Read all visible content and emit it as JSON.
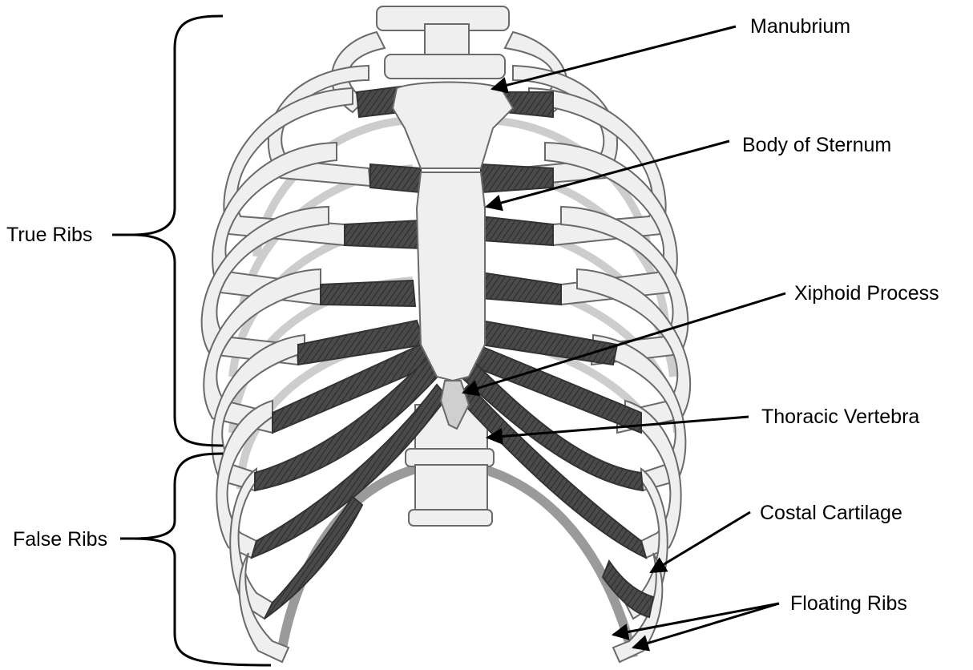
{
  "labels": {
    "manubrium": "Manubrium",
    "body_of_sternum": "Body of Sternum",
    "xiphoid_process": "Xiphoid Process",
    "thoracic_vertebra": "Thoracic Vertebra",
    "costal_cartilage": "Costal Cartilage",
    "floating_ribs": "Floating Ribs",
    "true_ribs": "True Ribs",
    "false_ribs": "False Ribs"
  },
  "colors": {
    "bone_fill": "#efefef",
    "bone_stroke": "#6a6a6a",
    "cartilage_fill": "#4a4a4a",
    "line": "#000000"
  }
}
